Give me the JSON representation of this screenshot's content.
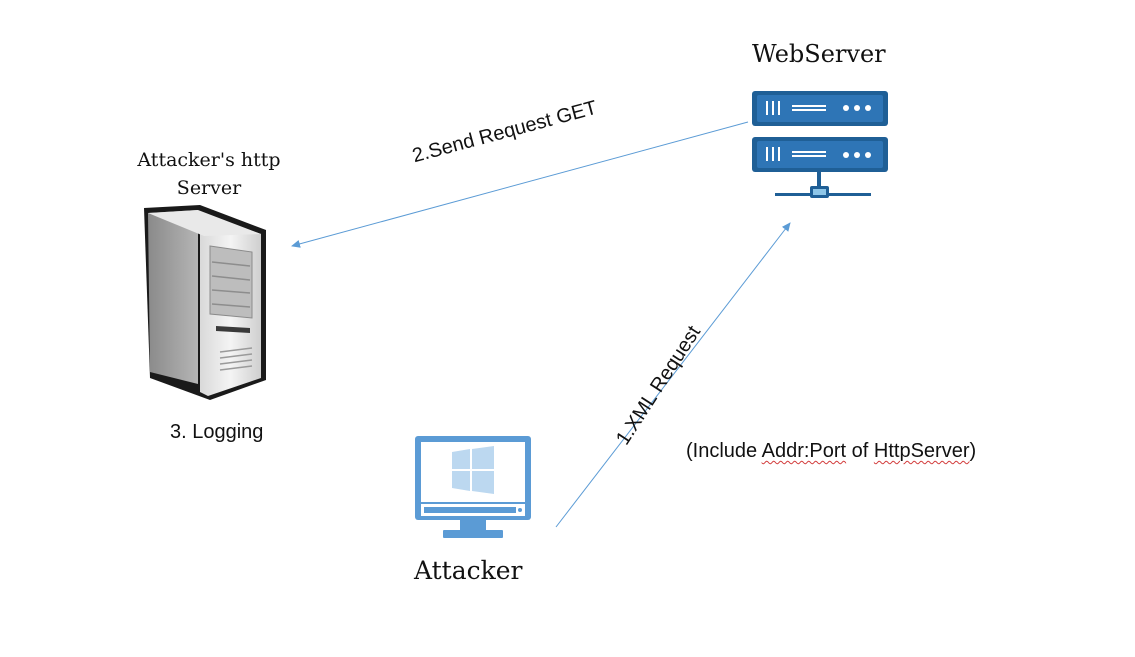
{
  "nodes": {
    "webserver": {
      "label": "WebServer"
    },
    "attacker_server": {
      "label_line1": "Attacker's http",
      "label_line2": "Server"
    },
    "attacker": {
      "label": "Attacker"
    }
  },
  "edges": {
    "send_request": {
      "label": "2.Send Request GET"
    },
    "xml_request": {
      "label": "1.XML Request"
    }
  },
  "annotations": {
    "logging": "3. Logging",
    "include_prefix": "(Include ",
    "include_addr": "Addr:Port",
    "include_mid": " of ",
    "include_server": "HttpServer",
    "include_suffix": ")"
  },
  "colors": {
    "arrow": "#5b9bd5",
    "server_rack": "#1f5f96",
    "monitor": "#5b9bd5",
    "windows_logo": "#bcd8f0"
  },
  "icons": {
    "webserver": "server-rack-icon",
    "attacker_server": "tower-server-icon",
    "attacker": "windows-monitor-icon"
  }
}
